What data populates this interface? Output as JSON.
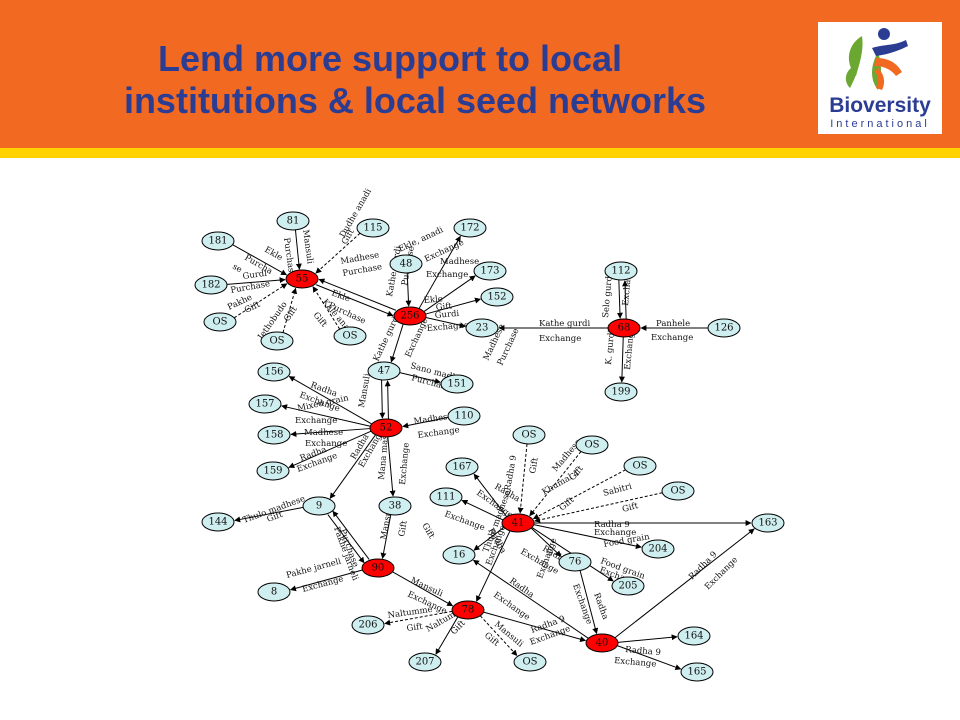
{
  "title": {
    "line1": "Lend more support to local",
    "line2": "institutions &  local seed networks"
  },
  "logo": {
    "name": "Bioversity",
    "subtitle": "International",
    "colors": {
      "leaf_green": "#6aa832",
      "figure_orange": "#f26a21",
      "figure_blue": "#2b3c93"
    }
  },
  "colors": {
    "header": "#f26a21",
    "strip": "#ffd200",
    "title": "#2b3c93",
    "node_red": "#ff0000",
    "node_cyan": "#cfeef0"
  },
  "nodes": [
    {
      "id": "n81",
      "label": "81",
      "type": "peer"
    },
    {
      "id": "n115",
      "label": "115",
      "type": "peer"
    },
    {
      "id": "n181",
      "label": "181",
      "type": "peer"
    },
    {
      "id": "n182",
      "label": "182",
      "type": "peer"
    },
    {
      "id": "nOS1",
      "label": "OS",
      "type": "peer"
    },
    {
      "id": "nOS2",
      "label": "OS",
      "type": "peer"
    },
    {
      "id": "nOS3",
      "label": "OS",
      "type": "peer"
    },
    {
      "id": "n55",
      "label": "55",
      "type": "hub"
    },
    {
      "id": "n172",
      "label": "172",
      "type": "peer"
    },
    {
      "id": "n48",
      "label": "48",
      "type": "peer"
    },
    {
      "id": "n173",
      "label": "173",
      "type": "peer"
    },
    {
      "id": "n152",
      "label": "152",
      "type": "peer"
    },
    {
      "id": "n256",
      "label": "256",
      "type": "hub"
    },
    {
      "id": "n23",
      "label": "23",
      "type": "peer"
    },
    {
      "id": "n112",
      "label": "112",
      "type": "peer"
    },
    {
      "id": "n68",
      "label": "68",
      "type": "hub"
    },
    {
      "id": "n126",
      "label": "126",
      "type": "peer"
    },
    {
      "id": "n199",
      "label": "199",
      "type": "peer"
    },
    {
      "id": "n47",
      "label": "47",
      "type": "peer"
    },
    {
      "id": "n151",
      "label": "151",
      "type": "peer"
    },
    {
      "id": "n156",
      "label": "156",
      "type": "peer"
    },
    {
      "id": "n157",
      "label": "157",
      "type": "peer"
    },
    {
      "id": "n158",
      "label": "158",
      "type": "peer"
    },
    {
      "id": "n159",
      "label": "159",
      "type": "peer"
    },
    {
      "id": "n110",
      "label": "110",
      "type": "peer"
    },
    {
      "id": "n52",
      "label": "52",
      "type": "hub"
    },
    {
      "id": "n144",
      "label": "144",
      "type": "peer"
    },
    {
      "id": "n9",
      "label": "9",
      "type": "peer"
    },
    {
      "id": "n38",
      "label": "38",
      "type": "peer"
    },
    {
      "id": "nOS4",
      "label": "OS",
      "type": "peer"
    },
    {
      "id": "nOS5",
      "label": "OS",
      "type": "peer"
    },
    {
      "id": "nOS6",
      "label": "OS",
      "type": "peer"
    },
    {
      "id": "nOS7",
      "label": "OS",
      "type": "peer"
    },
    {
      "id": "n167",
      "label": "167",
      "type": "peer"
    },
    {
      "id": "n111",
      "label": "111",
      "type": "peer"
    },
    {
      "id": "n41",
      "label": "41",
      "type": "hub"
    },
    {
      "id": "n163",
      "label": "163",
      "type": "peer"
    },
    {
      "id": "n16",
      "label": "16",
      "type": "peer"
    },
    {
      "id": "n204",
      "label": "204",
      "type": "peer"
    },
    {
      "id": "n76",
      "label": "76",
      "type": "peer"
    },
    {
      "id": "n205",
      "label": "205",
      "type": "peer"
    },
    {
      "id": "n90",
      "label": "90",
      "type": "hub"
    },
    {
      "id": "n8",
      "label": "8",
      "type": "peer"
    },
    {
      "id": "n206",
      "label": "206",
      "type": "peer"
    },
    {
      "id": "n78",
      "label": "78",
      "type": "hub"
    },
    {
      "id": "n207",
      "label": "207",
      "type": "peer"
    },
    {
      "id": "nOS8",
      "label": "OS",
      "type": "peer"
    },
    {
      "id": "n40",
      "label": "40",
      "type": "hub"
    },
    {
      "id": "n164",
      "label": "164",
      "type": "peer"
    },
    {
      "id": "n165",
      "label": "165",
      "type": "peer"
    }
  ],
  "edges": [
    {
      "from": "n81",
      "to": "n55"
    },
    {
      "from": "n115",
      "to": "n55",
      "dashed": true
    },
    {
      "from": "n181",
      "to": "n55"
    },
    {
      "from": "n182",
      "to": "n55"
    },
    {
      "from": "nOS1",
      "to": "n55",
      "dashed": true
    },
    {
      "from": "nOS2",
      "to": "n55",
      "dashed": true
    },
    {
      "from": "nOS3",
      "to": "n55",
      "dashed": true
    },
    {
      "from": "n256",
      "to": "n55"
    },
    {
      "from": "n55",
      "to": "n256"
    },
    {
      "from": "n256",
      "to": "n172"
    },
    {
      "from": "n48",
      "to": "n256"
    },
    {
      "from": "n256",
      "to": "n173"
    },
    {
      "from": "n256",
      "to": "n152"
    },
    {
      "from": "n256",
      "to": "n23"
    },
    {
      "from": "n68",
      "to": "n23"
    },
    {
      "from": "n112",
      "to": "n68"
    },
    {
      "from": "n68",
      "to": "n112"
    },
    {
      "from": "n126",
      "to": "n68"
    },
    {
      "from": "n68",
      "to": "n199"
    },
    {
      "from": "n256",
      "to": "n47"
    },
    {
      "from": "n47",
      "to": "n151"
    },
    {
      "from": "n47",
      "to": "n52"
    },
    {
      "from": "n52",
      "to": "n47"
    },
    {
      "from": "n52",
      "to": "n156"
    },
    {
      "from": "n52",
      "to": "n157"
    },
    {
      "from": "n52",
      "to": "n158"
    },
    {
      "from": "n52",
      "to": "n159"
    },
    {
      "from": "n110",
      "to": "n52"
    },
    {
      "from": "n52",
      "to": "n9"
    },
    {
      "from": "n52",
      "to": "n38"
    },
    {
      "from": "n9",
      "to": "n144"
    },
    {
      "from": "n9",
      "to": "n90"
    },
    {
      "from": "n90",
      "to": "n9"
    },
    {
      "from": "n38",
      "to": "n90"
    },
    {
      "from": "n90",
      "to": "n8"
    },
    {
      "from": "n90",
      "to": "n78"
    },
    {
      "from": "n78",
      "to": "n206",
      "dashed": true
    },
    {
      "from": "n78",
      "to": "n207"
    },
    {
      "from": "n78",
      "to": "nOS8",
      "dashed": true
    },
    {
      "from": "n78",
      "to": "n40"
    },
    {
      "from": "n41",
      "to": "n78"
    },
    {
      "from": "nOS4",
      "to": "n41",
      "dashed": true
    },
    {
      "from": "nOS5",
      "to": "n41",
      "dashed": true
    },
    {
      "from": "nOS6",
      "to": "n41",
      "dashed": true
    },
    {
      "from": "nOS7",
      "to": "n41",
      "dashed": true
    },
    {
      "from": "n41",
      "to": "n167"
    },
    {
      "from": "n41",
      "to": "n111"
    },
    {
      "from": "n41",
      "to": "n16"
    },
    {
      "from": "n41",
      "to": "n163"
    },
    {
      "from": "n41",
      "to": "n204"
    },
    {
      "from": "n41",
      "to": "n205"
    },
    {
      "from": "n41",
      "to": "n76"
    },
    {
      "from": "n76",
      "to": "n40"
    },
    {
      "from": "n40",
      "to": "n16"
    },
    {
      "from": "n40",
      "to": "n163"
    },
    {
      "from": "n40",
      "to": "n164"
    },
    {
      "from": "n40",
      "to": "n165"
    }
  ],
  "edge_labels": [
    {
      "id": "e1",
      "text": "Mansuli"
    },
    {
      "id": "e2",
      "text": "Purchase"
    },
    {
      "id": "e3",
      "text": "Dudhe anadi"
    },
    {
      "id": "e4",
      "text": "Gift"
    },
    {
      "id": "e5",
      "text": "Ekle"
    },
    {
      "id": "e6",
      "text": "Purcha"
    },
    {
      "id": "e7",
      "text": "se"
    },
    {
      "id": "e8",
      "text": "Gurdi"
    },
    {
      "id": "e9",
      "text": "Purchase"
    },
    {
      "id": "e10",
      "text": "Pakhe"
    },
    {
      "id": "e11",
      "text": "Gift"
    },
    {
      "id": "e12",
      "text": "Jethobudo"
    },
    {
      "id": "e13",
      "text": "Gift"
    },
    {
      "id": "e14",
      "text": "Ekle"
    },
    {
      "id": "e15",
      "text": "Purchase"
    },
    {
      "id": "e16",
      "text": "Kale anadi"
    },
    {
      "id": "e17",
      "text": "Gift"
    },
    {
      "id": "e18",
      "text": "Madhese"
    },
    {
      "id": "e19",
      "text": "Purchase"
    },
    {
      "id": "e20",
      "text": "Ekle, anadi"
    },
    {
      "id": "e21",
      "text": "Exchange"
    },
    {
      "id": "e22",
      "text": "Madhese"
    },
    {
      "id": "e23",
      "text": "Exchange"
    },
    {
      "id": "e24",
      "text": "Kathe gurdi"
    },
    {
      "id": "e25",
      "text": "Purchase"
    },
    {
      "id": "e26",
      "text": "Ekle"
    },
    {
      "id": "e27",
      "text": "Gift"
    },
    {
      "id": "e28",
      "text": "Gurdi"
    },
    {
      "id": "e29",
      "text": "Exchagne"
    },
    {
      "id": "e30",
      "text": "Kathe gurdi"
    },
    {
      "id": "e31",
      "text": "Exchange"
    },
    {
      "id": "e32",
      "text": "Madhese"
    },
    {
      "id": "e33",
      "text": "Purchase"
    },
    {
      "id": "e34",
      "text": "Kathe gurdi"
    },
    {
      "id": "e35",
      "text": "Exchange"
    },
    {
      "id": "e36",
      "text": "Sano madhese"
    },
    {
      "id": "e37",
      "text": "Purchase"
    },
    {
      "id": "e38",
      "text": "Selo gurdi"
    },
    {
      "id": "e39",
      "text": "Exchange"
    },
    {
      "id": "e40",
      "text": "K. gurdi"
    },
    {
      "id": "e41",
      "text": "Exchange"
    },
    {
      "id": "e42",
      "text": "Panhele"
    },
    {
      "id": "e43",
      "text": "Exchange"
    },
    {
      "id": "e44",
      "text": "Mansuli"
    },
    {
      "id": "e45",
      "text": "Radha"
    },
    {
      "id": "e46",
      "text": "Exchange"
    },
    {
      "id": "e47",
      "text": "Mixed grain"
    },
    {
      "id": "e48",
      "text": "Exchange"
    },
    {
      "id": "e49",
      "text": "Madhese"
    },
    {
      "id": "e50",
      "text": "Exchange"
    },
    {
      "id": "e51",
      "text": "Radha"
    },
    {
      "id": "e52",
      "text": "Exchange"
    },
    {
      "id": "e53",
      "text": "Madhese"
    },
    {
      "id": "e54",
      "text": "Exchange"
    },
    {
      "id": "e55",
      "text": "Radha"
    },
    {
      "id": "e56",
      "text": "Exchange"
    },
    {
      "id": "e57",
      "text": "Mana masuli"
    },
    {
      "id": "e58",
      "text": "Exchange"
    },
    {
      "id": "e59",
      "text": "Thulo madhese"
    },
    {
      "id": "e60",
      "text": "Gift"
    },
    {
      "id": "e61",
      "text": "Pakhe jarneli"
    },
    {
      "id": "e62",
      "text": "Purchase"
    },
    {
      "id": "e63",
      "text": "Mansuli"
    },
    {
      "id": "e64",
      "text": "Gift"
    },
    {
      "id": "e65",
      "text": "Pakhe jarneli"
    },
    {
      "id": "e66",
      "text": "Exchange"
    },
    {
      "id": "e67",
      "text": "Mansuli"
    },
    {
      "id": "e68",
      "text": "Exchange"
    },
    {
      "id": "e69",
      "text": "Naltumme"
    },
    {
      "id": "e70",
      "text": "Gift"
    },
    {
      "id": "e71",
      "text": "Naltumme"
    },
    {
      "id": "e72",
      "text": "Gift"
    },
    {
      "id": "e73",
      "text": "Mansuli"
    },
    {
      "id": "e74",
      "text": "Gift"
    },
    {
      "id": "e75",
      "text": "Radha 9"
    },
    {
      "id": "e76",
      "text": "Gift"
    },
    {
      "id": "e77",
      "text": "Madhese"
    },
    {
      "id": "e78",
      "text": "Gift"
    },
    {
      "id": "e79",
      "text": "Khumal 4"
    },
    {
      "id": "e80",
      "text": "Gift"
    },
    {
      "id": "e81",
      "text": "Sabitri"
    },
    {
      "id": "e82",
      "text": "Gift"
    },
    {
      "id": "e83",
      "text": "Radha"
    },
    {
      "id": "e84",
      "text": "Exchange"
    },
    {
      "id": "e85",
      "text": "Exchange"
    },
    {
      "id": "e86",
      "text": "Radha"
    },
    {
      "id": "e87",
      "text": "Gift"
    },
    {
      "id": "e88",
      "text": "Thulo madhese"
    },
    {
      "id": "e89",
      "text": "Exchange"
    },
    {
      "id": "e90",
      "text": "Radha 9"
    },
    {
      "id": "e91",
      "text": "Exchange"
    },
    {
      "id": "e92",
      "text": "Radha 9"
    },
    {
      "id": "e93",
      "text": "Food grain"
    },
    {
      "id": "e94",
      "text": "Exchange"
    },
    {
      "id": "e95",
      "text": "Food grain"
    },
    {
      "id": "e96",
      "text": "Exchange"
    },
    {
      "id": "e97",
      "text": "Exchange"
    },
    {
      "id": "e98",
      "text": "Radha"
    },
    {
      "id": "e99",
      "text": "Exchange"
    },
    {
      "id": "e100",
      "text": "Exchange"
    },
    {
      "id": "e101",
      "text": "Radha"
    },
    {
      "id": "e102",
      "text": "Radha 9"
    },
    {
      "id": "e103",
      "text": "Exchange"
    },
    {
      "id": "e104",
      "text": "Radha 9"
    },
    {
      "id": "e105",
      "text": "Exchange"
    },
    {
      "id": "e106",
      "text": "Radha 9"
    },
    {
      "id": "e107",
      "text": "Exchange"
    }
  ]
}
